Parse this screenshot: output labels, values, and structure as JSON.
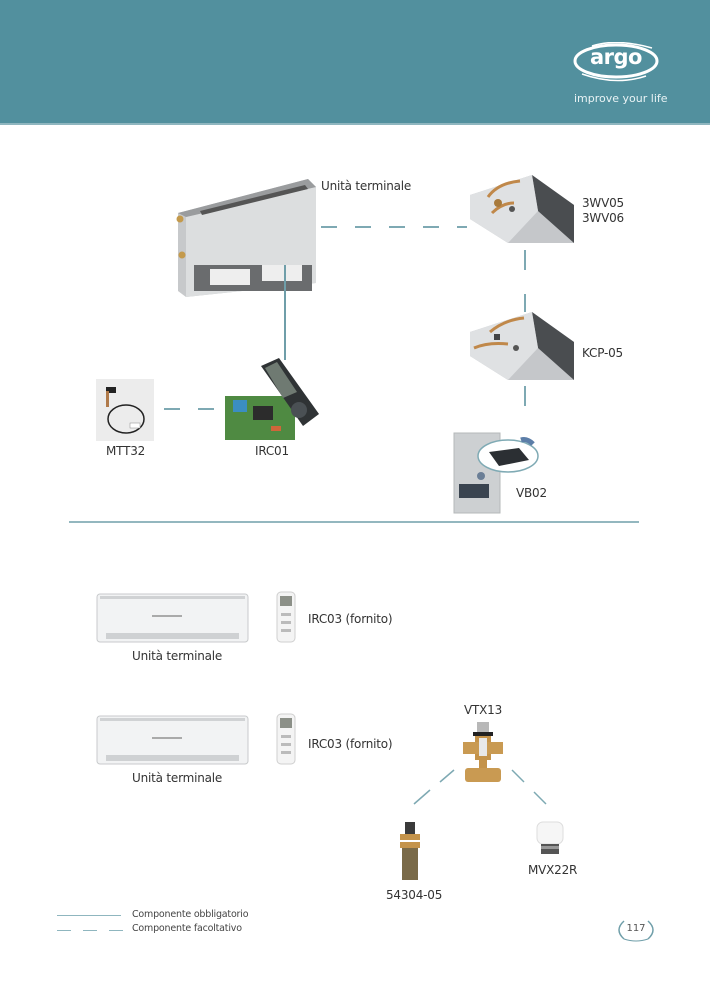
{
  "header": {
    "brand": "argo",
    "tagline": "improve your life",
    "color": "#52909e"
  },
  "section1": {
    "main_unit_label": "Unità terminale",
    "valve_label_1": "3WV05",
    "valve_label_2": "3WV06",
    "kcp_label": "KCP-05",
    "vb_label": "VB02",
    "mtt_label": "MTT32",
    "irc01_label": "IRC01"
  },
  "section2": {
    "unit1_label": "Unità terminale",
    "remote1_label": "IRC03 (fornito)",
    "unit2_label": "Unità terminale",
    "remote2_label": "IRC03 (fornito)",
    "vtx_label": "VTX13",
    "part1_label": "54304-05",
    "part2_label": "MVX22R"
  },
  "legend": {
    "solid_label": "Componente obbligatorio",
    "dashed_label": "Componente facoltativo"
  },
  "page_number": "117"
}
